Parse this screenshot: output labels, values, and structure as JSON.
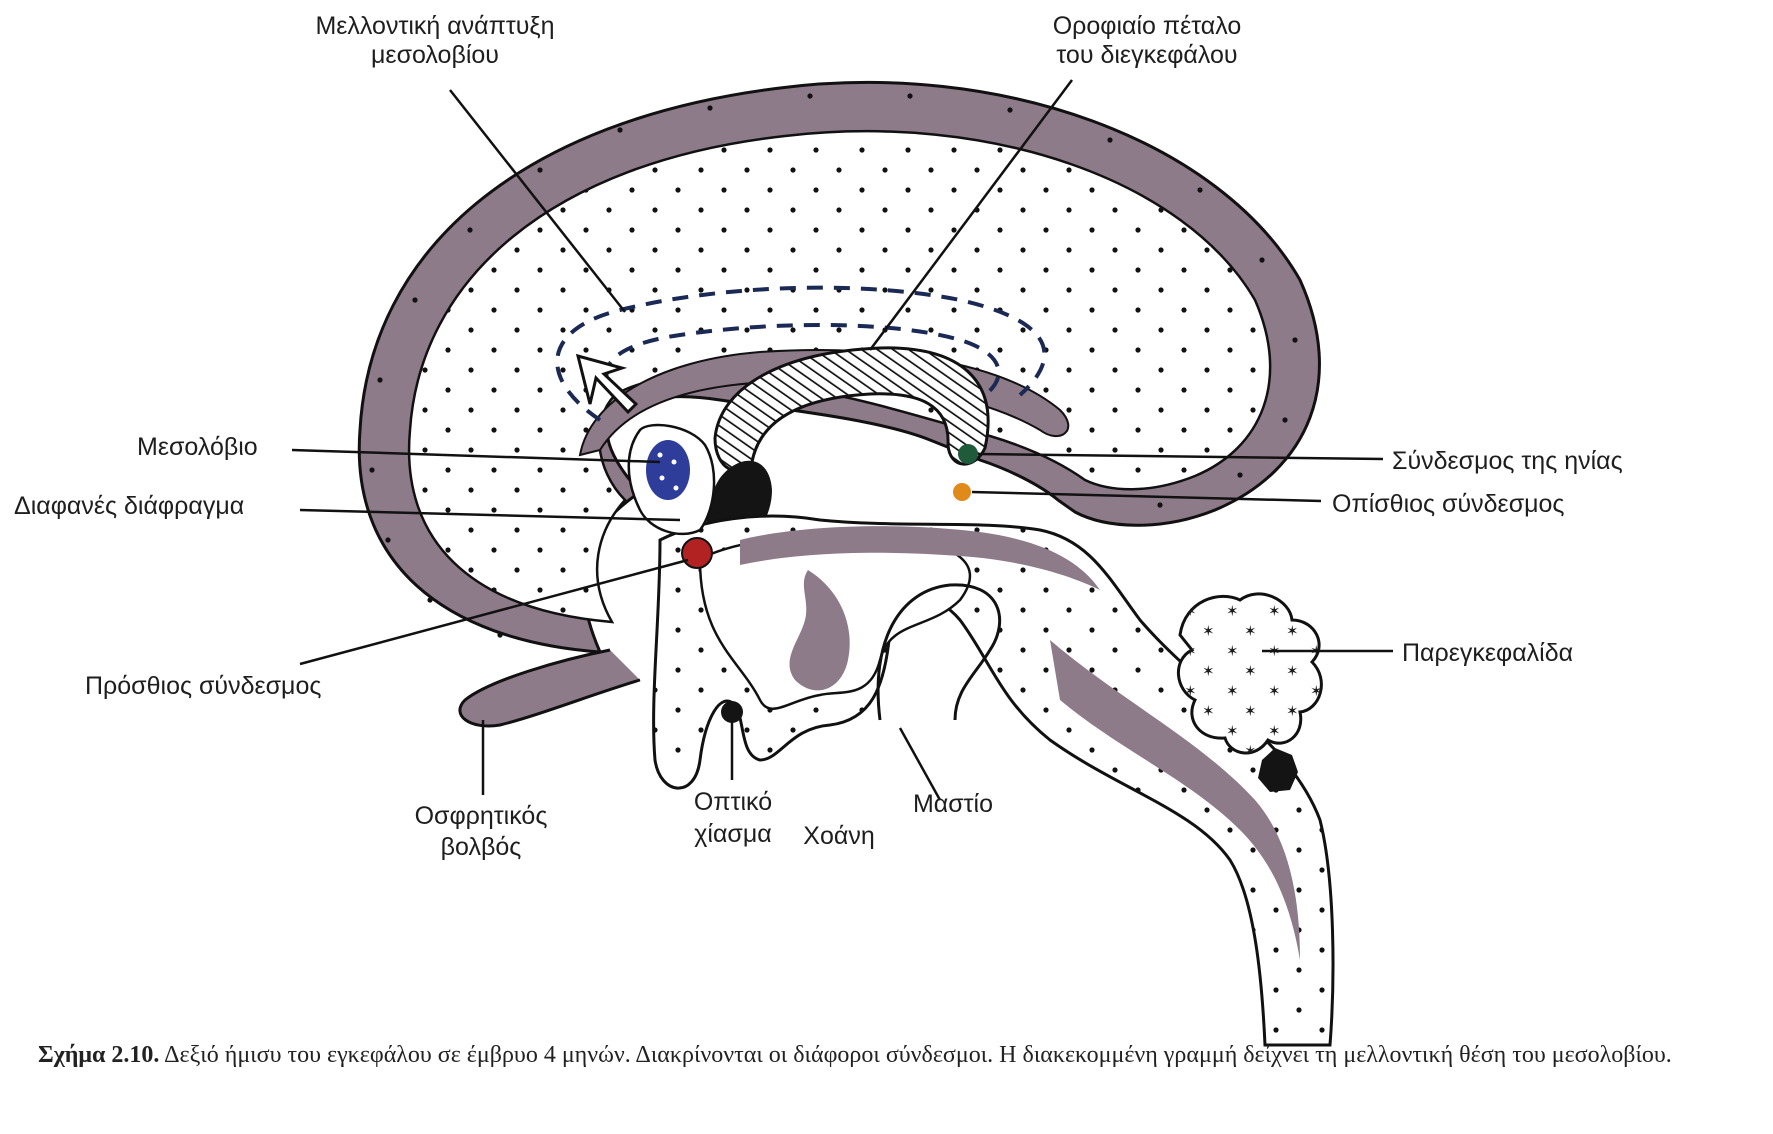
{
  "diagram": {
    "colors": {
      "wall": "#8e7b89",
      "wall_dark": "#6e5d6b",
      "outline": "#111111",
      "dashed_line": "#1a2a55",
      "septum_blue": "#2e3d9a",
      "anterior_commissure": "#b22222",
      "habenular_commissure": "#1f5a3a",
      "posterior_commissure": "#e08a1a",
      "cerebellum_dark": "#141414"
    },
    "labels": {
      "future_corpus_callosum_line1": "Μελλοντική ανάπτυξη",
      "future_corpus_callosum_line2": "μεσολοβίου",
      "diencephalon_roof_line1": "Οροφιαίο πέταλο",
      "diencephalon_roof_line2": "του διεγκεφάλου",
      "corpus_callosum": "Μεσολόβιο",
      "septum_pellucidum": "Διαφανές διάφραγμα",
      "anterior_commissure": "Πρόσθιος σύνδεσμος",
      "habenular_commissure": "Σύνδεσμος της ηνίας",
      "posterior_commissure": "Οπίσθιος σύνδεσμος",
      "cerebellum": "Παρεγκεφαλίδα",
      "olfactory_bulb_line1": "Οσφρητικός",
      "olfactory_bulb_line2": "βολβός",
      "optic_chiasm_line1": "Οπτικό",
      "optic_chiasm_line2": "χίασμα",
      "infundibulum": "Χοάνη",
      "mammillary_body": "Μαστίο"
    }
  },
  "caption": {
    "figure": "Σχήμα 2.10.",
    "text": "Δεξιό ήμισυ του εγκεφάλου σε έμβρυο 4 μηνών. Διακρίνονται οι διάφοροι σύνδεσμοι. Η διακεκομμένη γραμμή δείχνει τη μελλοντική θέση του μεσολοβίου."
  }
}
